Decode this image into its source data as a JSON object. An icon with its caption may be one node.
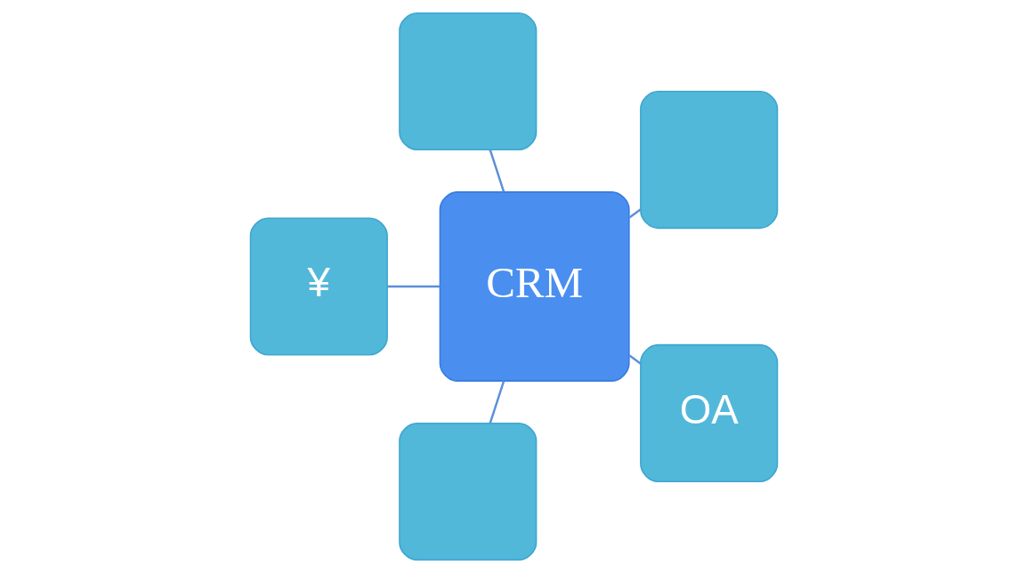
{
  "diagram": {
    "nodes": [
      {
        "text": [],
        "shape": "box"
      },
      {
        "text": [],
        "shape": "box"
      },
      {
        "text": [
          "CRM"
        ]
      },
      {
        "text": [
          "¥"
        ]
      },
      {
        "text": [],
        "shape": "box"
      },
      {
        "text": [
          "OA"
        ]
      }
    ],
    "edges": [
      {
        "from": 2,
        "to": 0,
        "arrow": "none"
      },
      {
        "from": 2,
        "to": 1,
        "arrow": "none"
      },
      {
        "from": 2,
        "to": 3,
        "arrow": "none"
      },
      {
        "from": 2,
        "to": 4,
        "arrow": "none"
      },
      {
        "from": 2,
        "to": 5,
        "arrow": "none"
      }
    ]
  }
}
